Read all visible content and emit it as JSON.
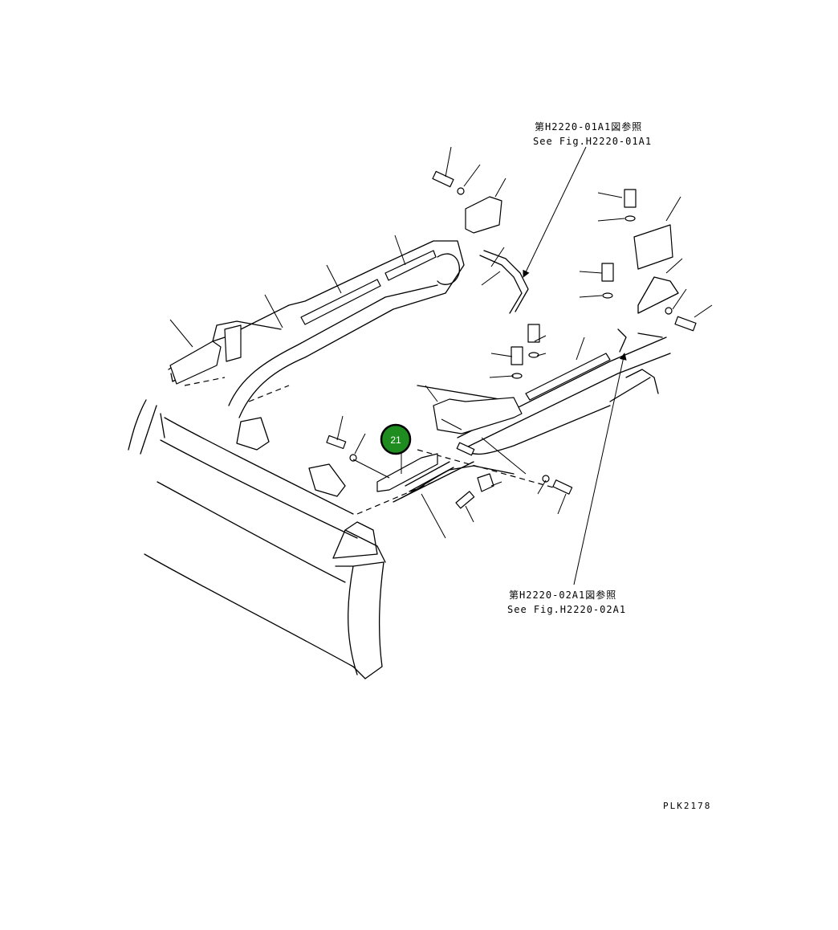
{
  "references": {
    "upper": {
      "jp": "第H2220-01A1図参照",
      "en": "See Fig.H2220-01A1"
    },
    "lower": {
      "jp": "第H2220-02A1図参照",
      "en": "See Fig.H2220-02A1"
    }
  },
  "callout": {
    "number": "21",
    "color": "#1e8c1e"
  },
  "drawing_code": "PLK2178"
}
